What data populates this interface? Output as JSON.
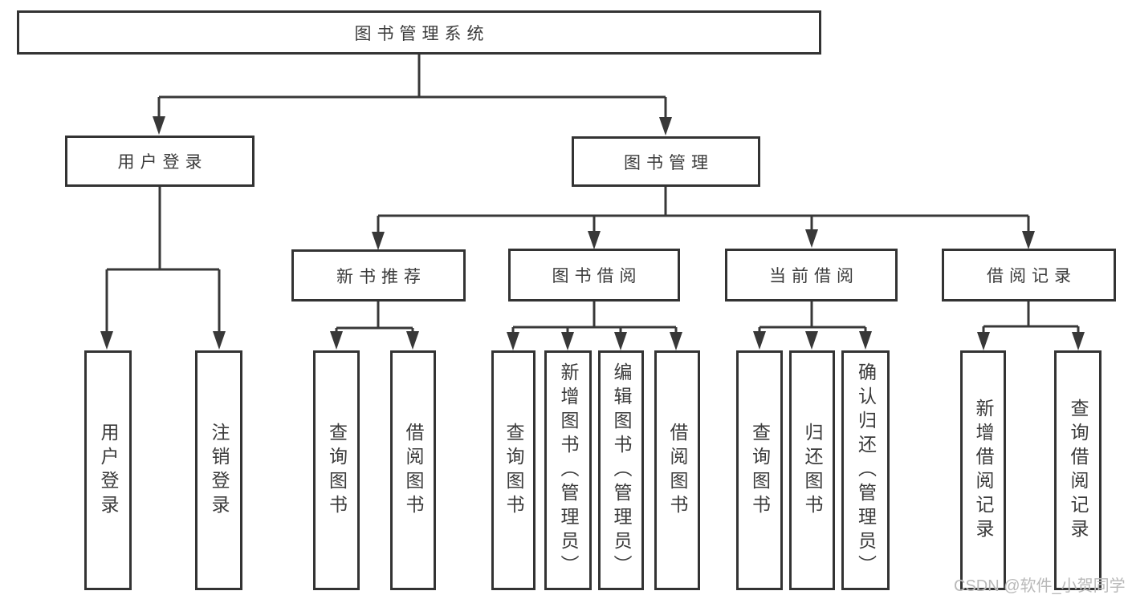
{
  "diagram_type": "tree-structure-chart",
  "colors": {
    "background": "#ffffff",
    "box_border": "#333333",
    "line": "#383838",
    "text": "#3b3b3b",
    "watermark_text": "#b9b9b9"
  },
  "nodes": {
    "root": "图书管理系统",
    "user_login_group": "用户登录",
    "book_management_group": "图书管理",
    "new_book_recommend": "新书推荐",
    "book_borrow": "图书借阅",
    "current_borrow": "当前借阅",
    "borrow_record": "借阅记录",
    "user_login_leaf": "用户登录",
    "logout_leaf": "注销登录",
    "recommend_query_book": "查询图书",
    "recommend_borrow_book": "借阅图书",
    "borrow_query_book": "查询图书",
    "borrow_add_book": "新增图书（管理员）",
    "borrow_edit_book": "编辑图书（管理员）",
    "borrow_borrow_book": "借阅图书",
    "current_query_book": "查询图书",
    "current_return_book": "归还图书",
    "current_confirm_return": "确认归还（管理员）",
    "record_add_record": "新增借阅记录",
    "record_query_record": "查询借阅记录"
  },
  "structure": {
    "图书管理系统": [
      "用户登录",
      "图书管理"
    ],
    "用户登录": [
      "用户登录",
      "注销登录"
    ],
    "图书管理": [
      "新书推荐",
      "图书借阅",
      "当前借阅",
      "借阅记录"
    ],
    "新书推荐": [
      "查询图书",
      "借阅图书"
    ],
    "图书借阅": [
      "查询图书",
      "新增图书（管理员）",
      "编辑图书（管理员）",
      "借阅图书"
    ],
    "当前借阅": [
      "查询图书",
      "归还图书",
      "确认归还（管理员）"
    ],
    "借阅记录": [
      "新增借阅记录",
      "查询借阅记录"
    ]
  },
  "watermark": "CSDN @软件_小贺同学"
}
